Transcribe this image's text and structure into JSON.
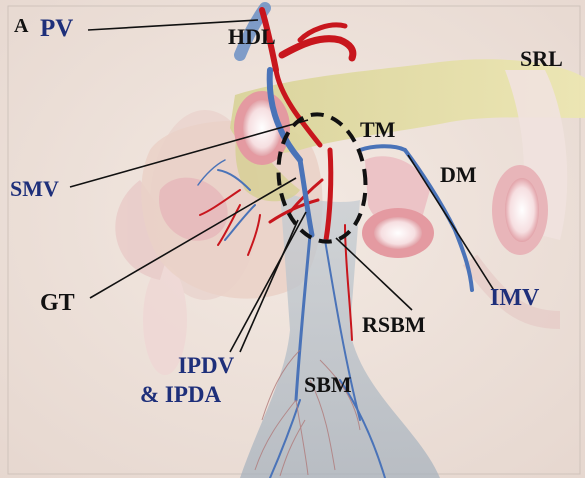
{
  "panel_letter": "A",
  "labels": {
    "pv": "PV",
    "hdl": "HDL",
    "srl": "SRL",
    "tm": "TM",
    "smv": "SMV",
    "dm": "DM",
    "gt": "GT",
    "imv": "IMV",
    "rsbm": "RSBM",
    "ipdv_line1": "IPDV",
    "ipdv_line2": "& IPDA",
    "sbm": "SBM"
  },
  "colors": {
    "background": "#f1e6df",
    "label_dark": "#111111",
    "label_blue": "#1e2f7a",
    "artery_red": "#c8161d",
    "vein_blue": "#4a73b8",
    "pancreas_yellow": "#e3dca0",
    "bowel_pink": "#eab9bd",
    "mesentery_gray": "#b9c1c9"
  }
}
